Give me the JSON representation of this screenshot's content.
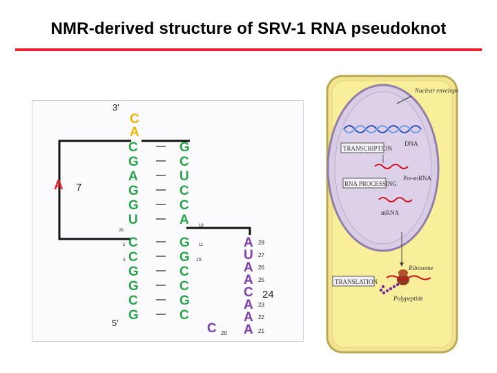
{
  "title": "NMR-derived structure of SRV-1 RNA pseudoknot",
  "colors": {
    "accent_rule": "#e8232b",
    "left_strand": "#27a34a",
    "top_bases": "#f0b400",
    "loop_bases": "#7c3fa6"
  },
  "rna": {
    "three_prime_label": "3'",
    "five_prime_label": "5'",
    "left_strand_top": [
      "C",
      "A"
    ],
    "left_strand": [
      "C",
      "G",
      "A",
      "G",
      "G",
      "U",
      "C",
      "C",
      "G",
      "G",
      "C",
      "G"
    ],
    "right_strand": [
      "G",
      "C",
      "U",
      "C",
      "C",
      "A",
      "G",
      "G",
      "C",
      "C",
      "G",
      "C"
    ],
    "bulge_base": "A",
    "bulge_number": "7",
    "loop": [
      {
        "base": "A",
        "num": "28"
      },
      {
        "base": "U",
        "num": "27"
      },
      {
        "base": "A",
        "num": "26"
      },
      {
        "base": "A",
        "num": "25"
      },
      {
        "base": "C",
        "num": "24"
      },
      {
        "base": "A",
        "num": "23"
      },
      {
        "base": "A",
        "num": "22"
      },
      {
        "base": "A",
        "num": "21"
      }
    ],
    "bottom_base": "C",
    "bottom_num": "20",
    "num_loop_junction": "18",
    "num_stem_mid": "11",
    "num_stem_low": "15",
    "left_num_a": "29",
    "left_num_b": "5",
    "left_num_c": "3"
  },
  "cell": {
    "nuclear_envelope": "Nuclear envelope",
    "dna": "DNA",
    "transcription": "TRANSCRIPTION",
    "pre_mrna": "Pre-mRNA",
    "rna_processing": "RNA PROCESSING",
    "mrna": "mRNA",
    "ribosome": "Ribosome",
    "translation": "TRANSLATION",
    "polypeptide": "Polypeptide"
  }
}
